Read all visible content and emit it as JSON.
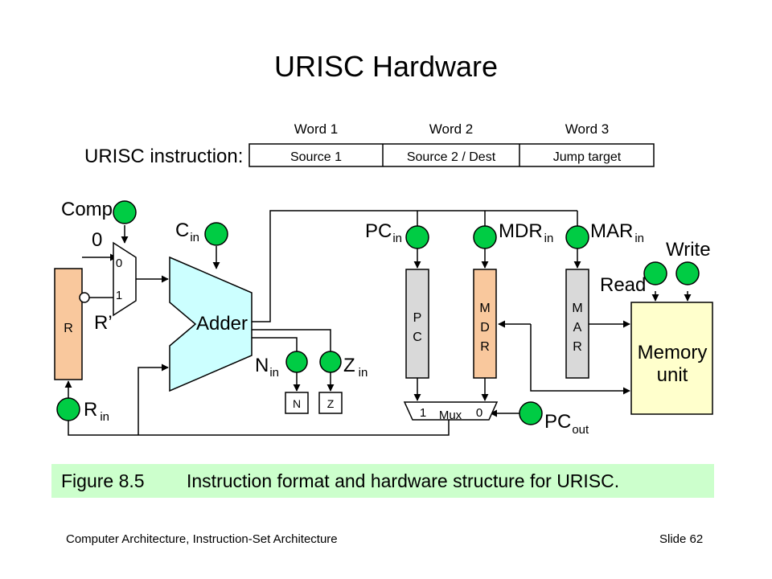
{
  "title": "URISC Hardware",
  "instruction": {
    "row_label": "URISC instruction:",
    "words": [
      {
        "header": "Word 1",
        "field": "Source 1"
      },
      {
        "header": "Word 2",
        "field": "Source 2 / Dest"
      },
      {
        "header": "Word 3",
        "field": "Jump target"
      }
    ]
  },
  "labels": {
    "comp": "Comp",
    "zero": "0",
    "mux_in0": "0",
    "mux_in1": "1",
    "r_prime": "R’",
    "register_r": "R",
    "r_in_main": "R",
    "r_in_sub": "in",
    "c_in_main": "C",
    "c_in_sub": "in",
    "adder": "Adder",
    "n_in_main": "N",
    "n_in_sub": "in",
    "z_in_main": "Z",
    "z_in_sub": "in",
    "flag_n": "N",
    "flag_z": "Z",
    "pc_in_main": "PC",
    "pc_in_sub": "in",
    "mdr_in_main": "MDR",
    "mdr_in_sub": "in",
    "mar_in_main": "MAR",
    "mar_in_sub": "in",
    "pc_reg": [
      "P",
      "C"
    ],
    "mdr_reg": [
      "M",
      "D",
      "R"
    ],
    "mar_reg": [
      "M",
      "A",
      "R"
    ],
    "read": "Read",
    "write": "Write",
    "memory_line1": "Memory",
    "memory_line2": "unit",
    "mux2_in1": "1",
    "mux2": "Mux",
    "mux2_in0": "0",
    "pc_out_main": "PC",
    "pc_out_sub": "out"
  },
  "caption": {
    "number": "Figure 8.5",
    "text": "Instruction format and hardware structure for URISC."
  },
  "footer": {
    "left": "Computer Architecture, Instruction-Set Architecture",
    "right": "Slide 62"
  },
  "colors": {
    "register_r": "#f9c89d",
    "register_pc": "#d9d9d9",
    "register_mdr": "#f9c89d",
    "register_mar": "#d9d9d9",
    "adder": "#ccffff",
    "memory": "#ffffcc",
    "control_signal": "#00cc44",
    "caption_bg": "#ccffcc"
  }
}
